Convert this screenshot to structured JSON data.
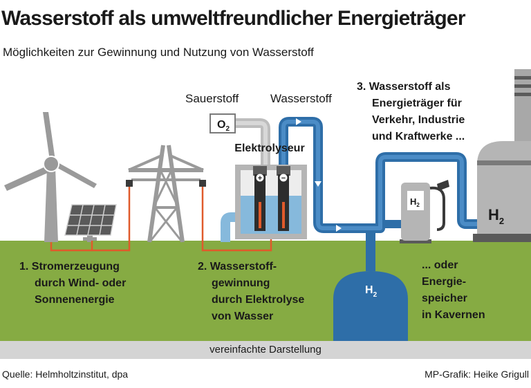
{
  "title": "Wasserstoff als umweltfreundlicher Energieträger",
  "subtitle": "Möglichkeiten zur Gewinnung und Nutzung von Wasserstoff",
  "labels": {
    "sauerstoff": "Sauerstoff",
    "wasserstoff": "Wasserstoff",
    "o2": "O",
    "o2_sub": "2",
    "elektrolyseur": "Elektrolyseur",
    "h2": "H",
    "h2_sub": "2",
    "plus": "+",
    "minus": "−"
  },
  "steps": {
    "step1": [
      "1. Stromerzeugung",
      "durch Wind- oder",
      "Sonnenenergie"
    ],
    "step2": [
      "2. Wasserstoff-",
      "gewinnung",
      "durch Elektrolyse",
      "von Wasser"
    ],
    "step3": [
      "3. Wasserstoff als",
      "Energieträger für",
      "Verkehr, Industrie",
      "und Kraftwerke ..."
    ],
    "step4": [
      "... oder",
      "Energie-",
      "speicher",
      "in Kavernen"
    ]
  },
  "footer": {
    "note": "vereinfachte Darstellung",
    "source": "Quelle: Helmholtzinstitut, dpa",
    "credit": "MP-Grafik: Heike Grigull"
  },
  "colors": {
    "ground": "#86ab43",
    "pipe_blue": "#2e6ea8",
    "pipe_gray": "#bdbdbd",
    "water": "#86b9dc",
    "wire": "#e05a2b",
    "structure_gray": "#9a9a9a",
    "dark_gray": "#5a5a5a",
    "note_bg": "#d4d4d4"
  }
}
